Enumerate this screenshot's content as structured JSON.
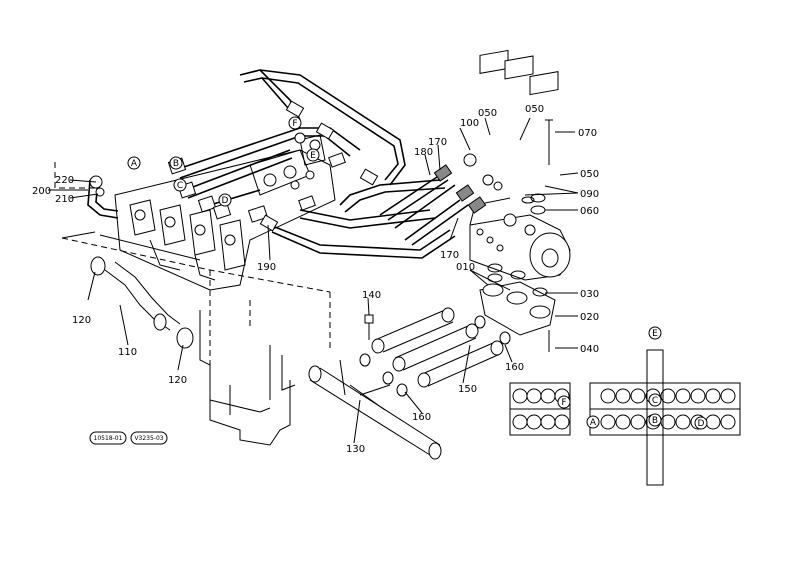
{
  "diagram": {
    "part_numbers": [
      "010",
      "020",
      "030",
      "040",
      "050",
      "060",
      "070",
      "090",
      "100",
      "110",
      "120",
      "130",
      "140",
      "150",
      "160",
      "170",
      "180",
      "190",
      "200",
      "210",
      "220"
    ],
    "labels": {
      "p200": "200",
      "p220": "220",
      "p210": "210",
      "p120a": "120",
      "p110": "110",
      "p120b": "120",
      "p190": "190",
      "p170a": "170",
      "p180": "180",
      "p100": "100",
      "p050a": "050",
      "p050b": "050",
      "p050c": "050",
      "p070": "070",
      "p090": "090",
      "p060": "060",
      "p170b": "170",
      "p010": "010",
      "p030": "030",
      "p020": "020",
      "p040": "040",
      "p140": "140",
      "p160a": "160",
      "p160b": "160",
      "p150": "150",
      "p130": "130"
    },
    "circle_markers": {
      "A": "A",
      "B": "B",
      "C": "C",
      "D": "D",
      "E": "E",
      "F": "F"
    },
    "reference_codes": [
      "10518-01",
      "V3235-03"
    ]
  }
}
